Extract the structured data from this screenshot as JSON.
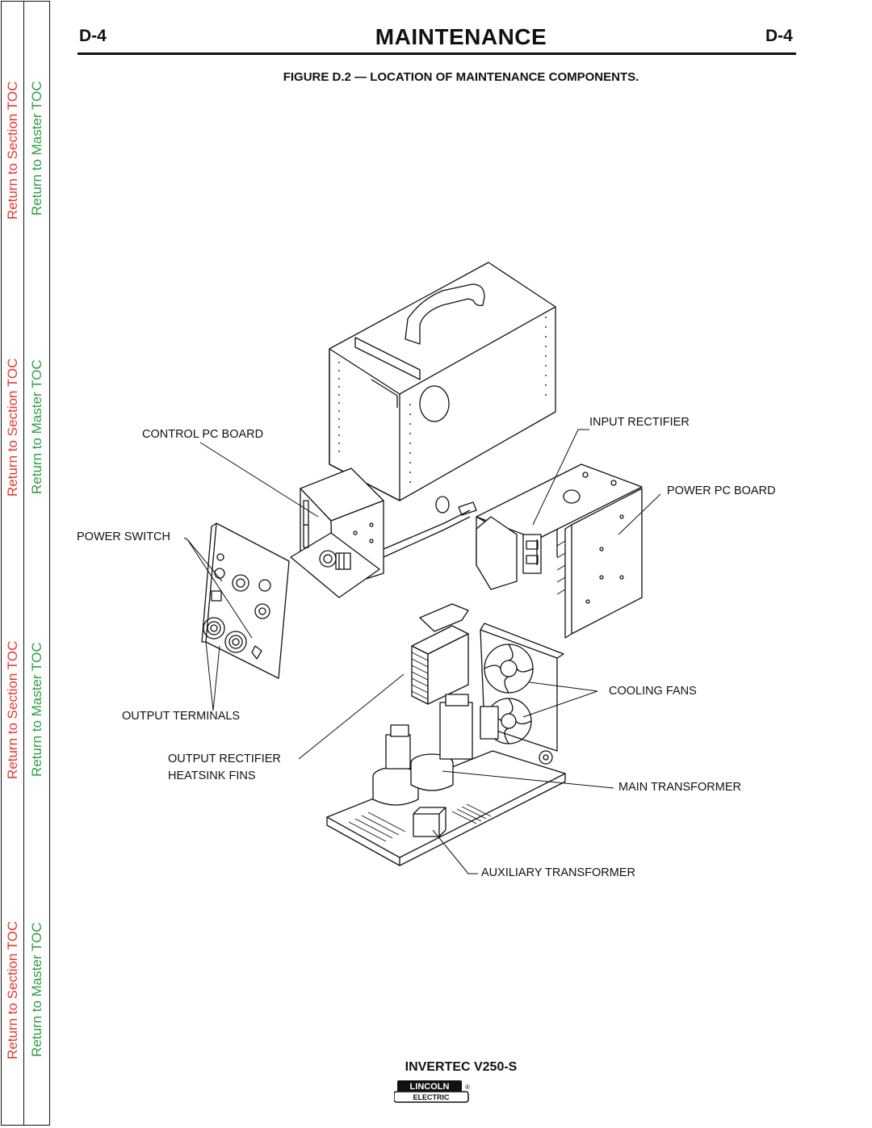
{
  "nav": {
    "section_toc": "Return to Section TOC",
    "master_toc": "Return to Master TOC",
    "colors": {
      "section": "#e8372c",
      "master": "#2f9e44"
    }
  },
  "header": {
    "code_left": "D-4",
    "title": "MAINTENANCE",
    "code_right": "D-4"
  },
  "figure": {
    "caption": "FIGURE D.2 — LOCATION OF MAINTENANCE COMPONENTS.",
    "labels": {
      "control_pc_board": "CONTROL PC BOARD",
      "input_rectifier": "INPUT RECTIFIER",
      "power_pc_board": "POWER PC BOARD",
      "power_switch": "POWER SWITCH",
      "cooling_fans": "COOLING FANS",
      "output_terminals": "OUTPUT TERMINALS",
      "output_rectifier_1": "OUTPUT RECTIFIER",
      "output_rectifier_2": "HEATSINK FINS",
      "main_transformer": "MAIN TRANSFORMER",
      "auxiliary_transformer": "AUXILIARY TRANSFORMER"
    }
  },
  "footer": {
    "model": "INVERTEC V250-S",
    "logo_top": "LINCOLN",
    "logo_bottom": "ELECTRIC",
    "logo_reg": "®"
  }
}
